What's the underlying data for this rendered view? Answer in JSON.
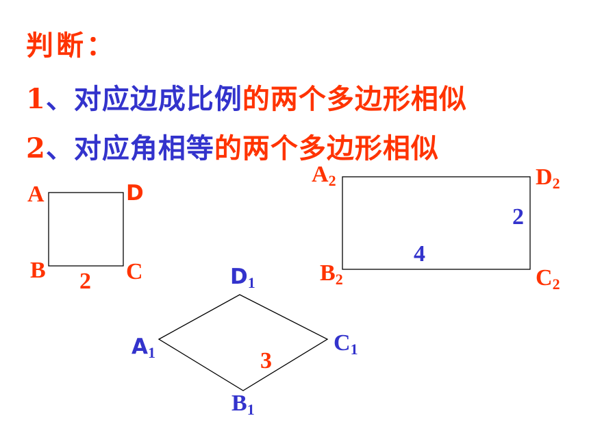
{
  "heading": "判断：",
  "statements": [
    {
      "number": "1",
      "sep": "、",
      "condition": "对应边成比例",
      "conclusion": "的两个多边形相似"
    },
    {
      "number": "2",
      "sep": "、",
      "condition": "对应角相等",
      "conclusion": "的两个多边形相似"
    }
  ],
  "square": {
    "vertices": {
      "A": "A",
      "D": "D",
      "B": "B",
      "C": "C"
    },
    "side": "2"
  },
  "rhombus": {
    "vertices": {
      "A": {
        "letter": "A",
        "sub": "1"
      },
      "B": {
        "letter": "B",
        "sub": "1"
      },
      "C": {
        "letter": "C",
        "sub": "1"
      },
      "D": {
        "letter": "D",
        "sub": "1"
      }
    },
    "side": "3"
  },
  "rectangle": {
    "vertices": {
      "A": {
        "letter": "A",
        "sub": "2"
      },
      "B": {
        "letter": "B",
        "sub": "2"
      },
      "C": {
        "letter": "C",
        "sub": "2"
      },
      "D": {
        "letter": "D",
        "sub": "2"
      }
    },
    "length": "4",
    "width": "2"
  },
  "colors": {
    "red": "#ff3300",
    "blue": "#3333cc",
    "line": "#000000"
  }
}
